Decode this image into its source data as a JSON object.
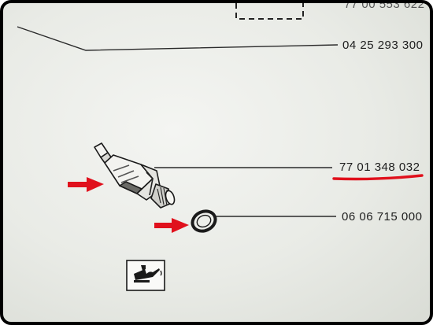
{
  "parts": {
    "top_partial": "77 00 553 622",
    "bolt": "04 25 293 300",
    "sensor": "77 01 348 032",
    "washer": "06 06 715 000"
  },
  "colors": {
    "line": "#2a2a2a",
    "highlight": "#e0101c",
    "background": "#eceee9"
  },
  "icons": {
    "oil_can": "oil-can-icon"
  }
}
